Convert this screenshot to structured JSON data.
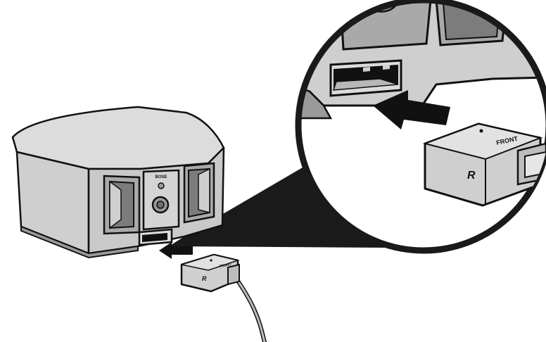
{
  "speaker": {
    "brand_text": "BOSE"
  },
  "connector_small": {
    "side_text": "R",
    "top_text": "FRONT"
  },
  "connector_large": {
    "side_text": "R",
    "top_text": "FRONT"
  },
  "colors": {
    "body_gray": "#cfcfcf",
    "body_light": "#dcdcdc",
    "panel_dark": "#a4a4a4",
    "recess_dark": "#7c7c7c",
    "outline": "#111111",
    "callout_black": "#1a1a1a",
    "cable_gray": "#bdbdbd",
    "background": "#ffffff"
  }
}
